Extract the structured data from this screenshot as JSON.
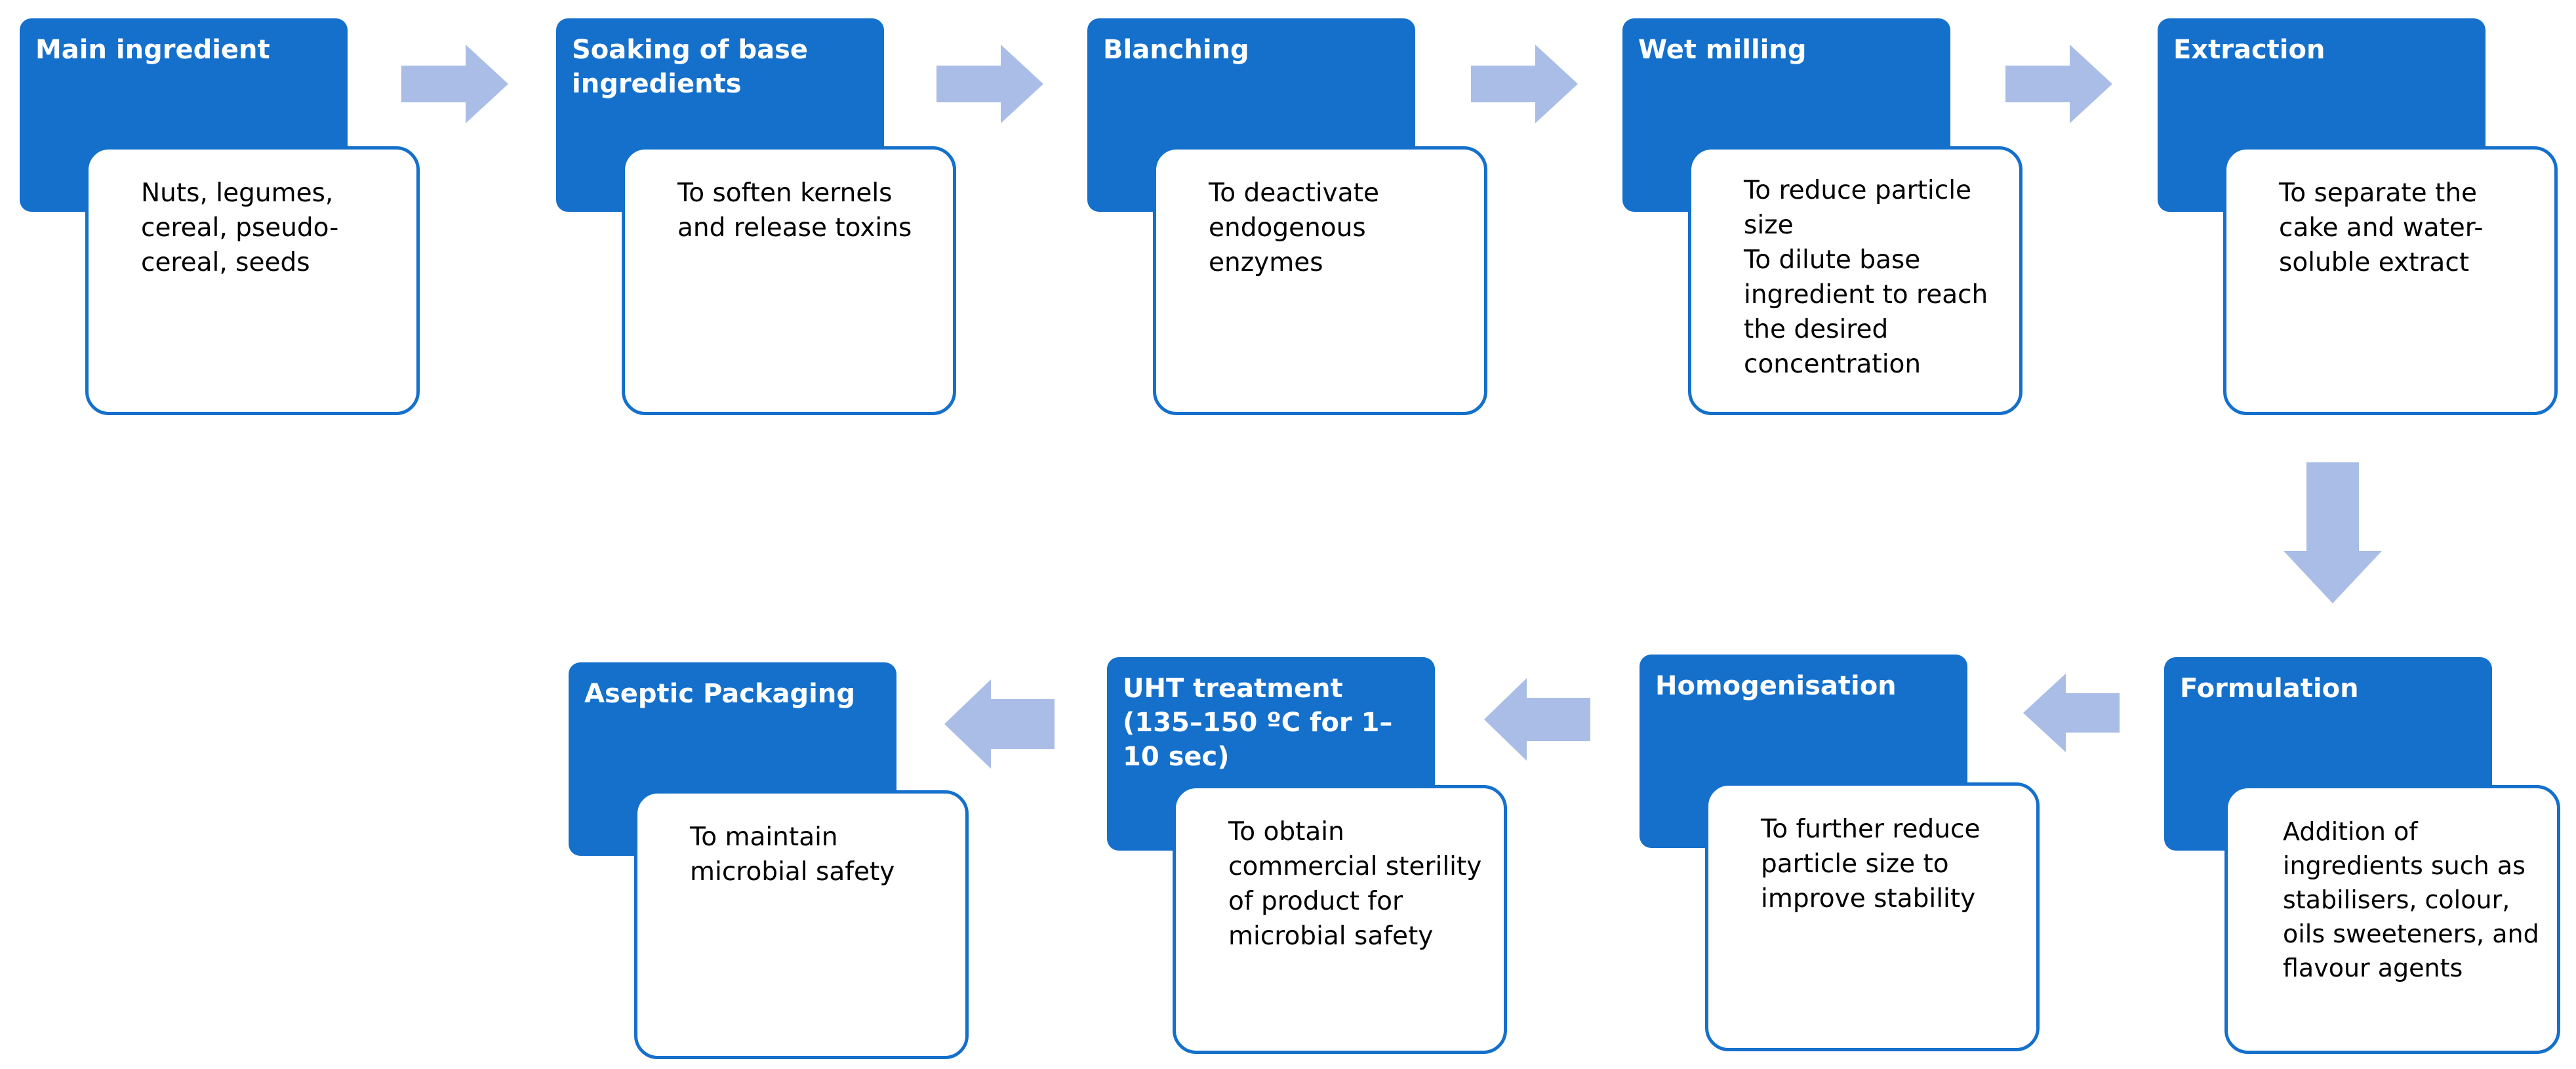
{
  "diagram": {
    "steps": [
      {
        "title": "Main ingredient",
        "desc": [
          "Nuts, legumes, cereal, pseudo-cereal, seeds"
        ]
      },
      {
        "title": "Soaking of base ingredients",
        "desc": [
          "To soften kernels and release toxins"
        ]
      },
      {
        "title": "Blanching",
        "desc": [
          "To deactivate endogenous enzymes"
        ]
      },
      {
        "title": "Wet milling",
        "desc": [
          "To reduce particle size",
          "To dilute base ingredient to reach the desired concentration"
        ]
      },
      {
        "title": "Extraction",
        "desc": [
          "To separate the cake and water-soluble extract"
        ]
      },
      {
        "title": "Formulation",
        "desc": [
          "Addition of ingredients such as stabilisers, colour, oils sweeteners, and flavour agents"
        ]
      },
      {
        "title": "Homogenisation",
        "desc": [
          "To further reduce particle size to improve stability"
        ]
      },
      {
        "title": "UHT treatment    (135–150 ºC for 1–10 sec)",
        "desc": [
          "To obtain commercial sterility of product for microbial safety"
        ]
      },
      {
        "title": "Aseptic Packaging",
        "desc": [
          "To maintain microbial safety"
        ]
      }
    ],
    "colors": {
      "header": "#1570cc",
      "arrow": "#aabde6",
      "card_border": "#1570cc"
    }
  }
}
